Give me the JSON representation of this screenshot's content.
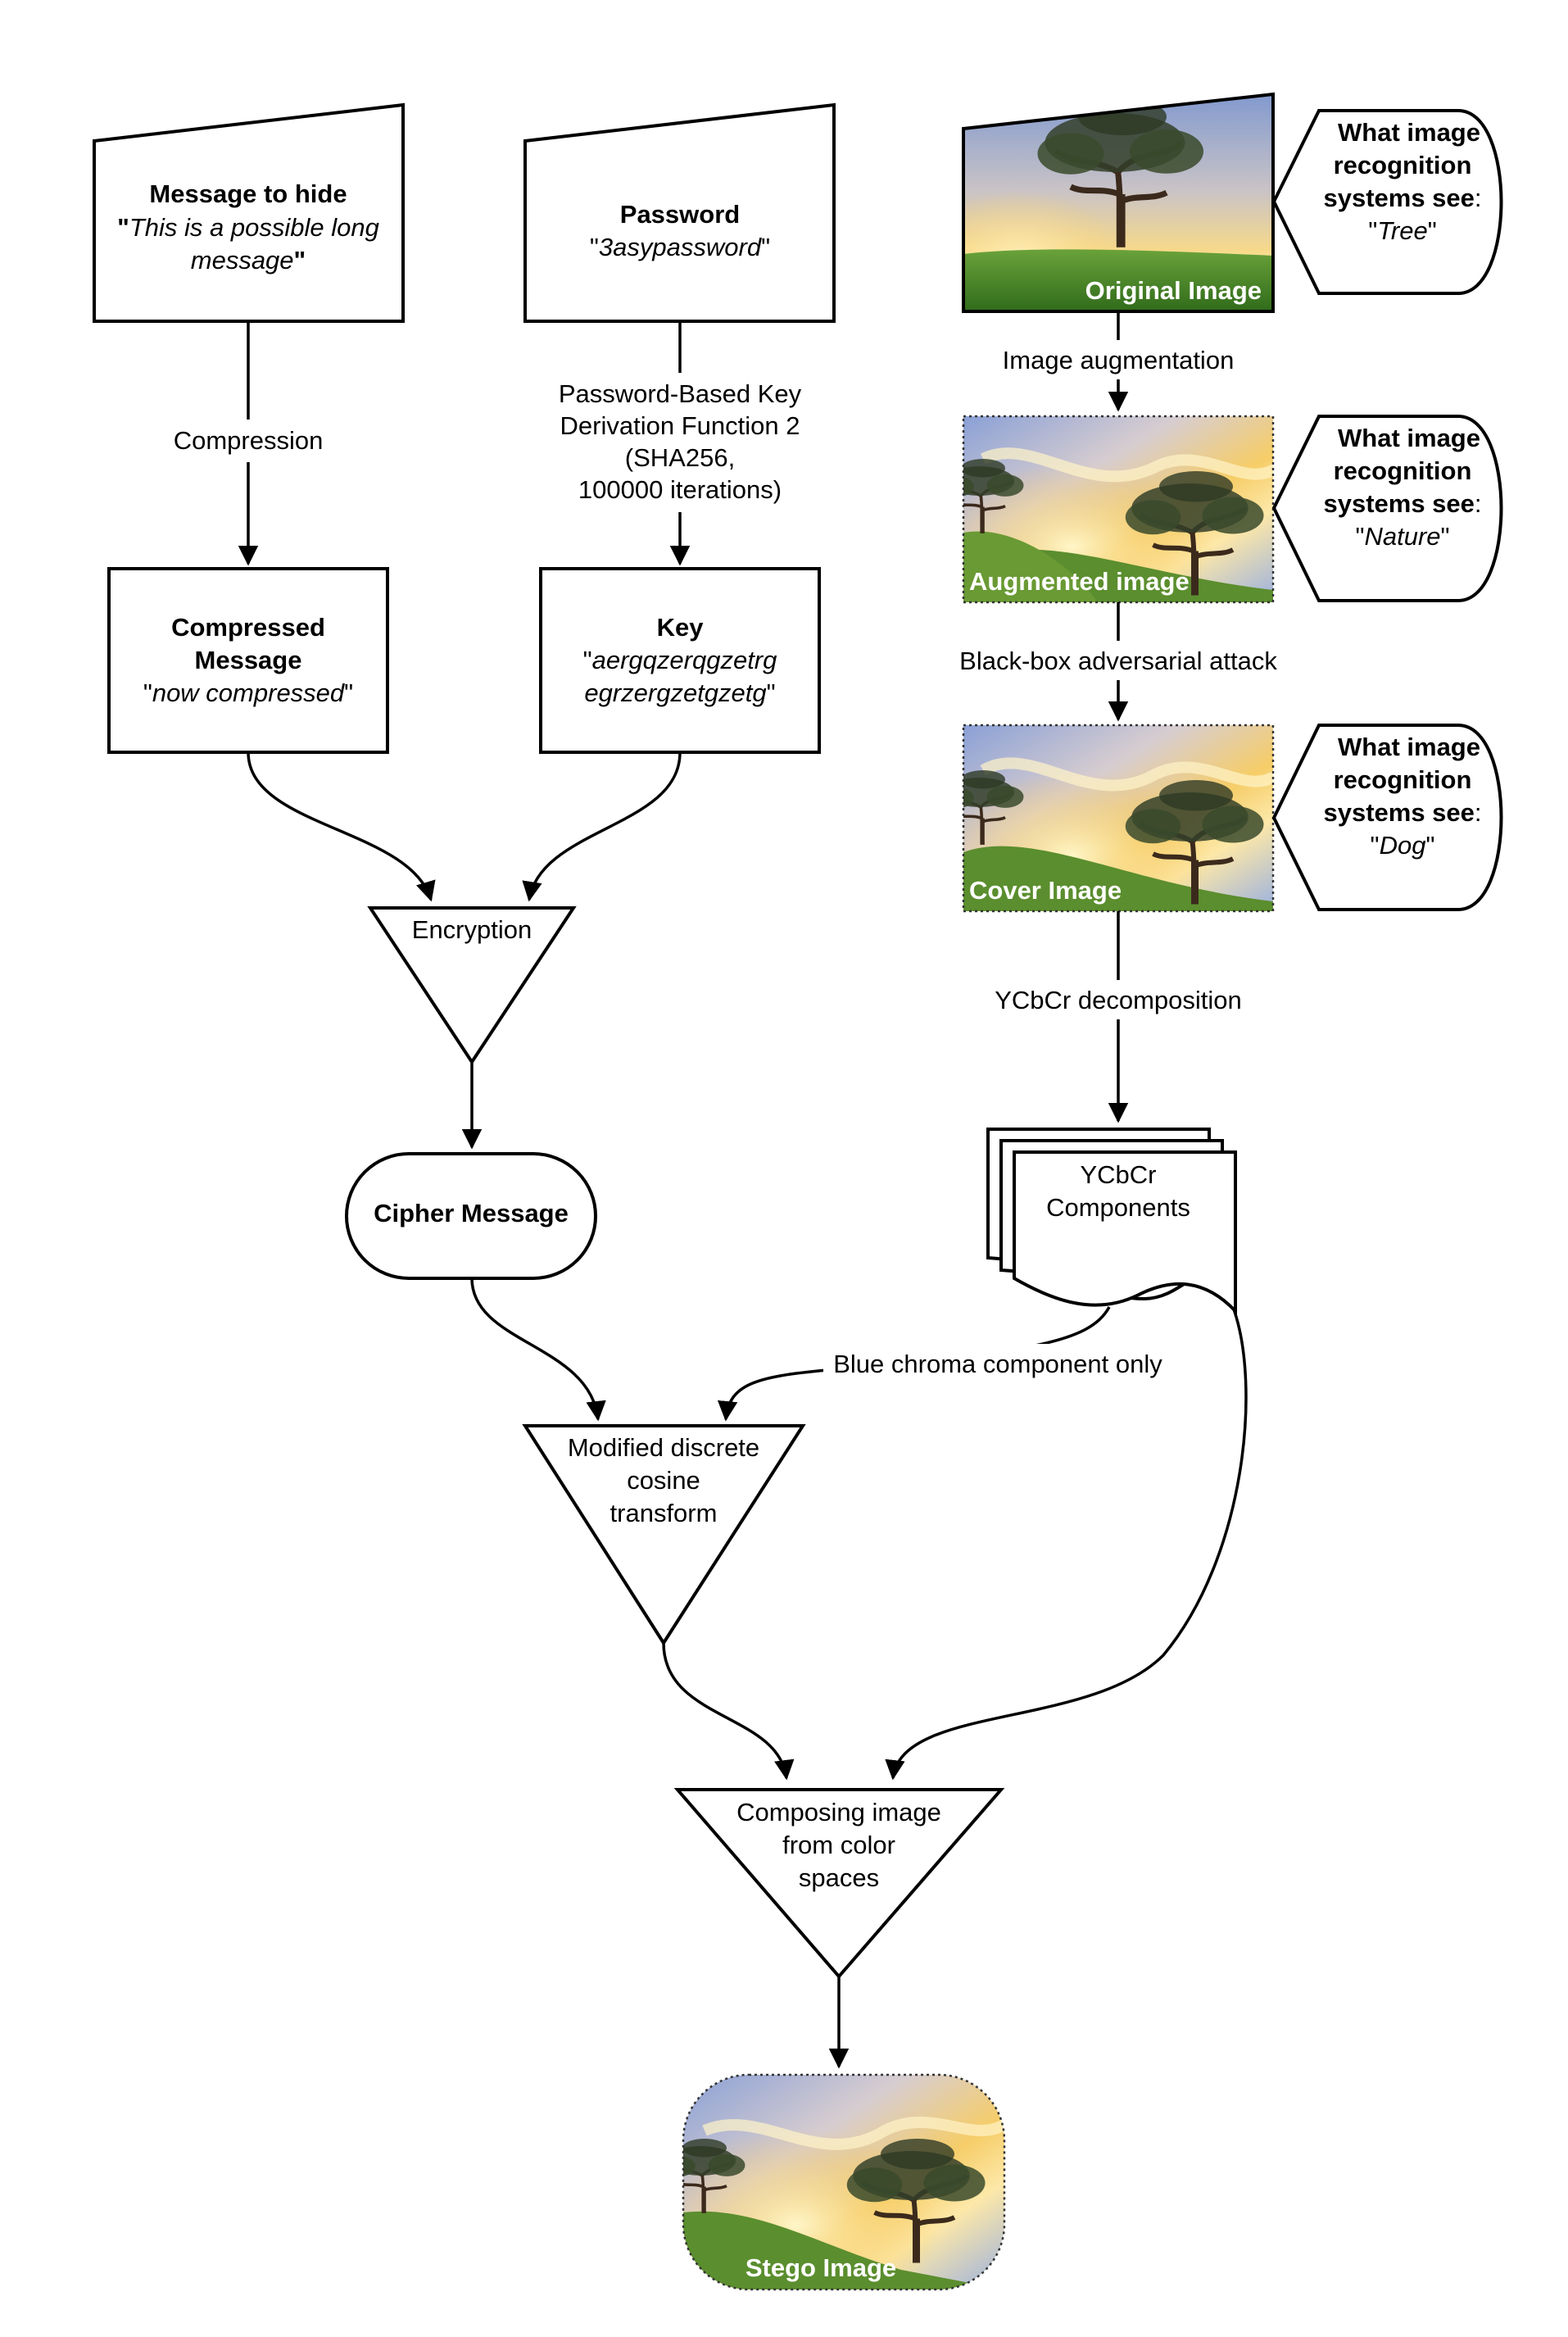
{
  "nodes": {
    "message_to_hide": {
      "title": "Message to hide",
      "text_line1": "This is a possible long",
      "text_line2": "message"
    },
    "password": {
      "title": "Password",
      "value": "3asypassword"
    },
    "compressed_message": {
      "title_line1": "Compressed",
      "title_line2": "Message",
      "value": "now compressed"
    },
    "key": {
      "title": "Key",
      "value_line1": "aergqzerqgzetrg",
      "value_line2": "egrzergzetgzetg"
    },
    "encryption": {
      "label": "Encryption"
    },
    "cipher_message": {
      "label": "Cipher Message"
    },
    "mdct": {
      "line1": "Modified discrete",
      "line2": "cosine",
      "line3": "transform"
    },
    "composing": {
      "line1": "Composing image",
      "line2": "from color",
      "line3": "spaces"
    },
    "ycbcr_components": {
      "line1": "YCbCr",
      "line2": "Components"
    },
    "original_image": {
      "label": "Original Image"
    },
    "augmented_image": {
      "label": "Augmented image"
    },
    "cover_image": {
      "label": "Cover Image"
    },
    "stego_image": {
      "label": "Stego Image"
    }
  },
  "callouts": [
    {
      "line1": "What image",
      "line2": "recognition",
      "line3": "systems see",
      "line3_suffix": ":",
      "value": "Tree"
    },
    {
      "line1": "What image",
      "line2": "recognition",
      "line3": "systems see",
      "line3_suffix": ":",
      "value": "Nature"
    },
    {
      "line1": "What image",
      "line2": "recognition",
      "line3": "systems see",
      "line3_suffix": ":",
      "value": "Dog"
    }
  ],
  "edges": {
    "compression": "Compression",
    "pbkdf2_line1": "Password-Based Key",
    "pbkdf2_line2": "Derivation Function 2",
    "pbkdf2_line3": "(SHA256,",
    "pbkdf2_line4": "100000 iterations)",
    "image_augmentation": "Image augmentation",
    "blackbox_attack": "Black-box adversarial attack",
    "ycbcr_decomposition": "YCbCr decomposition",
    "blue_chroma": "Blue chroma component only"
  },
  "colors": {
    "stroke": "#000000",
    "sky_top": "#8fa8d8",
    "sky_glow": "#f6d27a",
    "grass": "#4f8a2a",
    "tree": "#3a2a1a"
  }
}
